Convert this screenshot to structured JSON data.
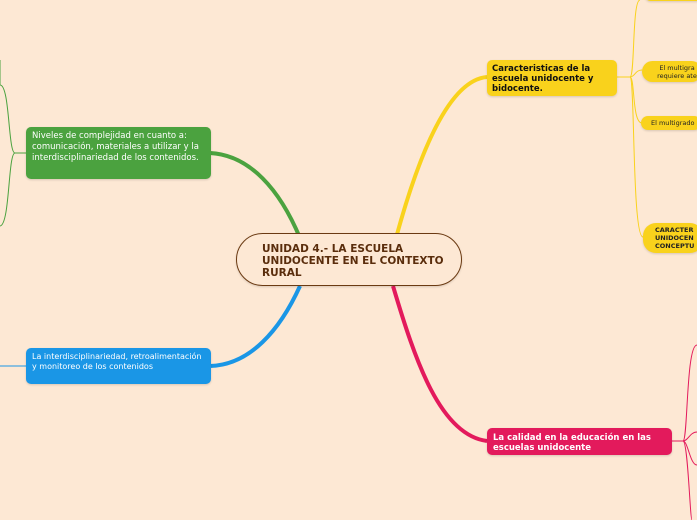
{
  "colors": {
    "background": "#fde8d4",
    "center_border": "#6b3a12",
    "yellow": "#f9d21c",
    "green": "#4ba23f",
    "blue": "#1a96e6",
    "red": "#e31a5c"
  },
  "center": {
    "title": "UNIDAD 4.- LA ESCUELA UNIDOCENTE EN EL CONTEXTO RURAL"
  },
  "branches": {
    "caracteristicas": {
      "title": "Caracteristicas de la escuela unidocente y bidocente.",
      "children": [
        "El multigra... requiere ate...",
        "El multigrado",
        "CARACTER... UNIDOCEN... CONCEPTU..."
      ]
    },
    "niveles": {
      "title": "Niveles de complejidad en cuanto a: comunicación, materiales a utilizar y la interdisciplinariedad de los contenidos."
    },
    "interdisciplinariedad": {
      "title": "La interdisciplinariedad, retroalimentación y monitoreo de los contenidos"
    },
    "calidad": {
      "title": "La calidad en la educación en las escuelas unidocente"
    }
  },
  "partial_children": {
    "c1_line1": "El multigra",
    "c1_line2": "requiere ate",
    "c2": "El multigrado",
    "c3_line1": "CARACTER",
    "c3_line2": "UNIDOCEN",
    "c3_line3": "CONCEPTU"
  }
}
